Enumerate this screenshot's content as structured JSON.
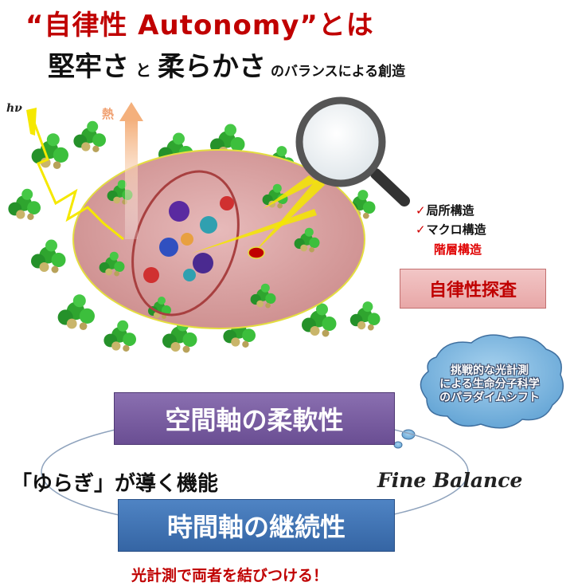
{
  "title": {
    "line1": "“自律性 Autonomy”とは",
    "word_hard": "堅牢さ",
    "and": "と",
    "word_soft": "柔らかさ",
    "suffix": "のバランスによる創造"
  },
  "illustration": {
    "hv_label": "hν",
    "heat_label": "熱"
  },
  "structure_checks": {
    "check_mark": "✓",
    "items": [
      "局所構造",
      "マクロ構造"
    ],
    "hierarchy_label": "階層構造"
  },
  "explore_box": {
    "label": "自律性探査"
  },
  "cloud": {
    "lines": [
      "挑戦的な光計測",
      "による生命分子科学",
      "のパラダイムシフト"
    ]
  },
  "space_box": {
    "label": "空間軸の柔軟性"
  },
  "time_box": {
    "label": "時間軸の継続性"
  },
  "yuragi_label": "「ゆらぎ」が導く機能",
  "fine_balance_label": "Fine Balance",
  "bottom_caption": "光計測で両者を結びつける！",
  "colors": {
    "title_red": "#c00000",
    "cell_pink": "#d9a3a3",
    "space_purple": "#7a5fa3",
    "time_blue": "#4575b4",
    "cloud_blue": "#7fb7dd",
    "protein_green": "#2fa52f",
    "lightning_yellow": "#f5e800"
  }
}
